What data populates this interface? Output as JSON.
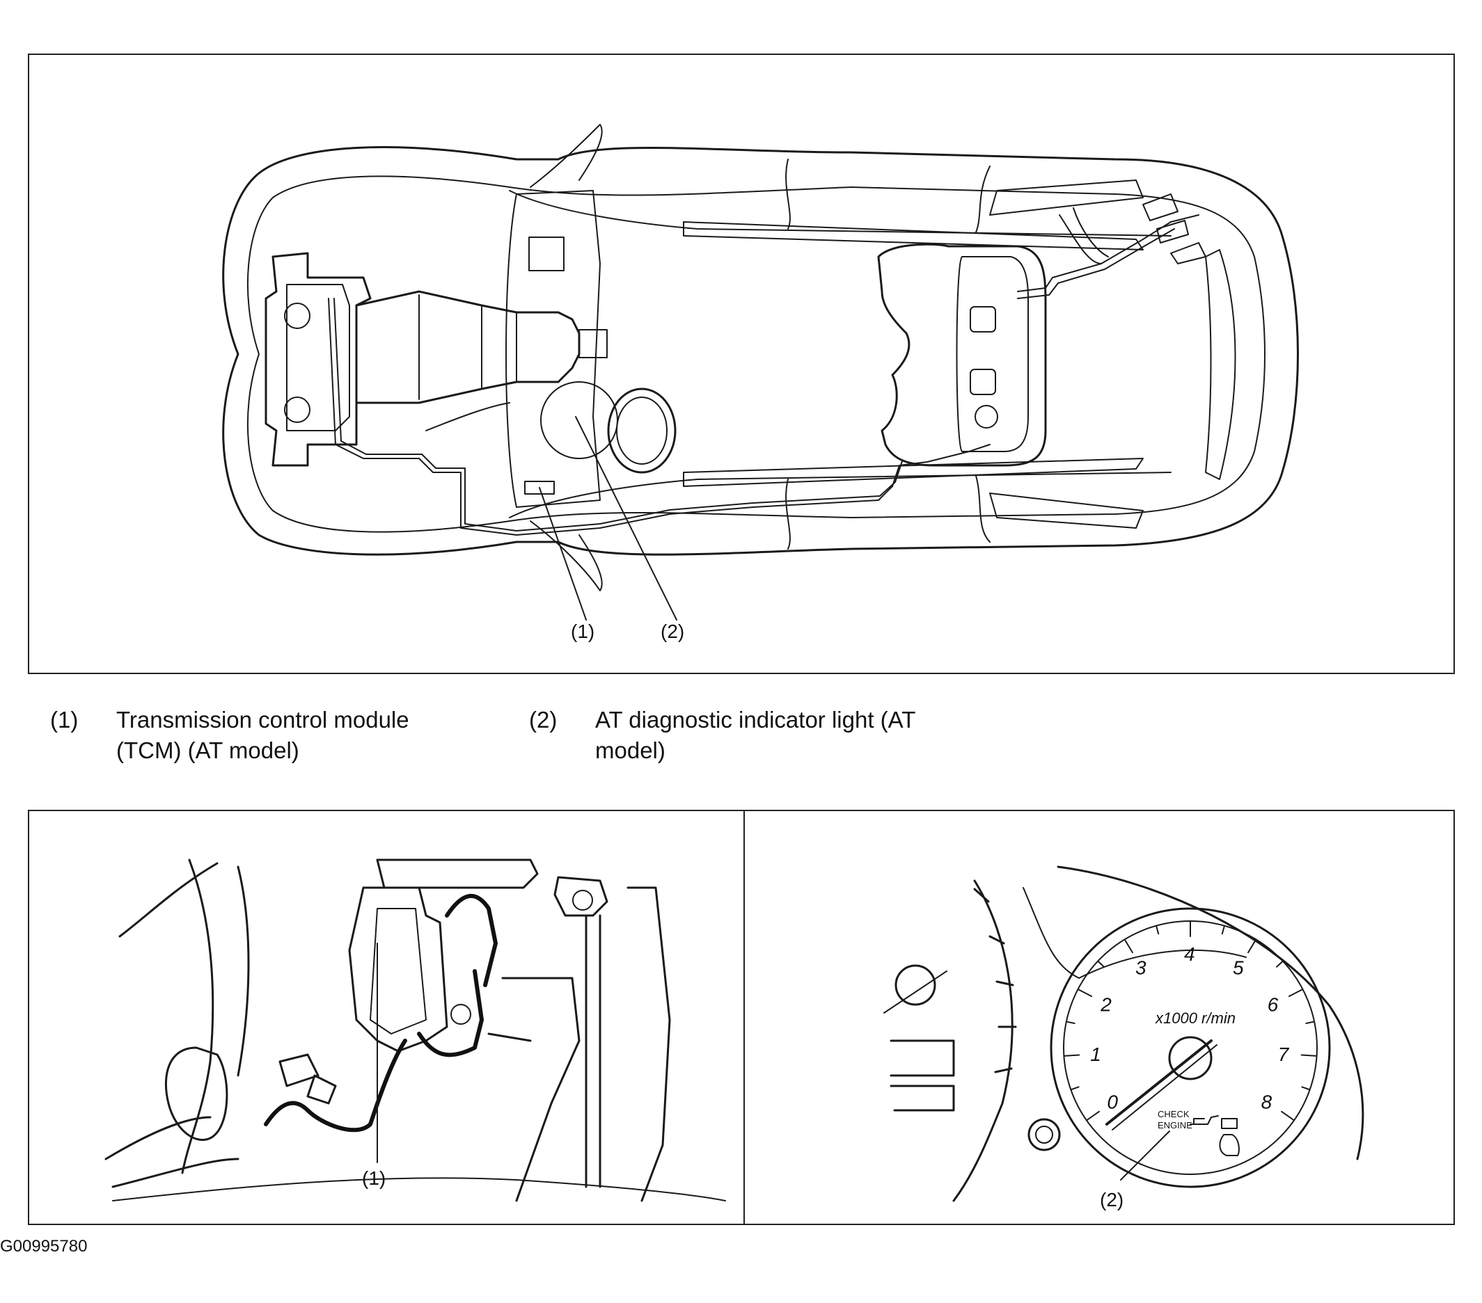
{
  "top_diagram": {
    "callouts": [
      "(1)",
      "(2)"
    ]
  },
  "legend": {
    "items": [
      {
        "num": "(1)",
        "line1": "Transmission control module",
        "line2": "(TCM) (AT model)"
      },
      {
        "num": "(2)",
        "line1": "AT diagnostic indicator light (AT",
        "line2": "model)"
      }
    ]
  },
  "tcm_detail": {
    "callout": "(1)"
  },
  "cluster_detail": {
    "tach_numbers": [
      "0",
      "1",
      "2",
      "3",
      "4",
      "5",
      "6",
      "7",
      "8"
    ],
    "tach_unit": "x1000 r/min",
    "check_engine_line1": "CHECK",
    "check_engine_line2": "ENGINE",
    "callout": "(2)"
  },
  "figure_code": "G00995780"
}
